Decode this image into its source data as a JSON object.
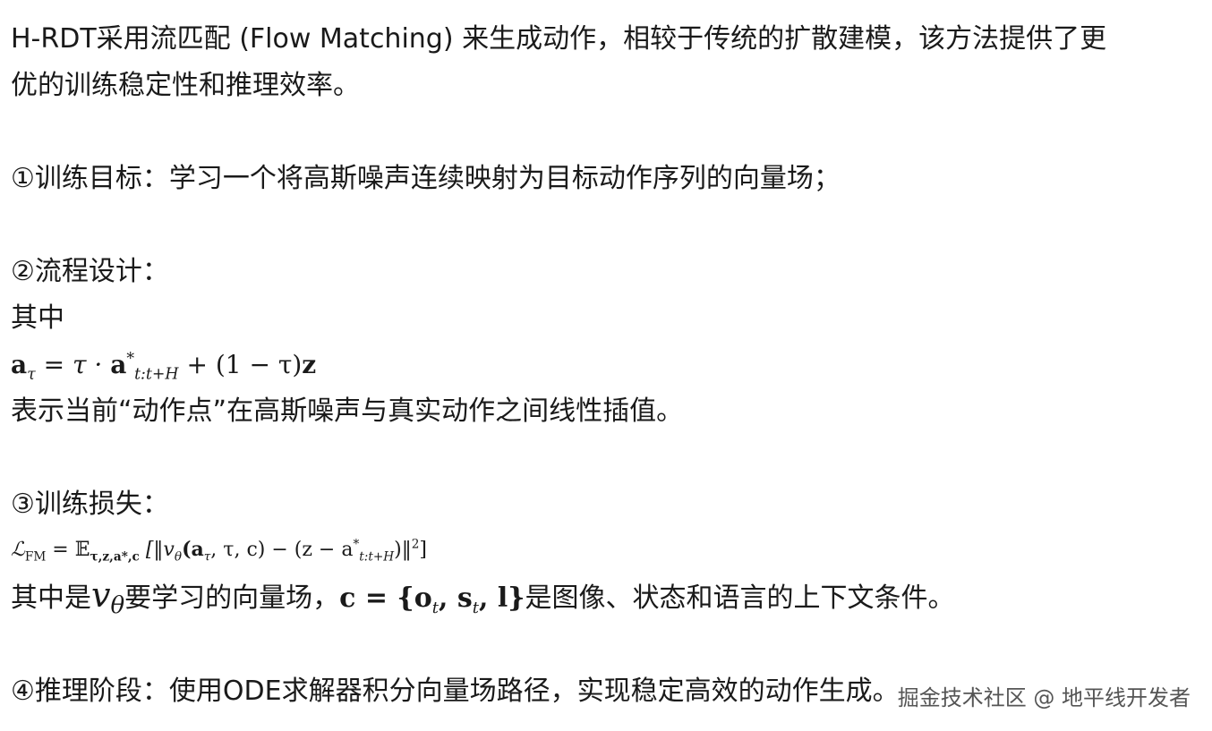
{
  "intro": {
    "line1": "H-RDT采用流匹配 (Flow Matching) 来生成动作，相较于传统的扩散建模，该方法提供了更",
    "line2": "优的训练稳定性和推理效率。"
  },
  "item1": "①训练目标：学习一个将高斯噪声连续映射为目标动作序列的向量场；",
  "item2": {
    "title": "②流程设计：",
    "pre": "其中",
    "formula": {
      "a": "a",
      "tau": "τ",
      "eq": " = ",
      "dot": "τ · ",
      "a2": "a",
      "star": "*",
      "sub": "t:t+H",
      "rest": " + (1 − τ)",
      "z": "z"
    },
    "desc": "表示当前“动作点”在高斯噪声与真实动作之间线性插值。"
  },
  "item3": {
    "title": "③训练损失：",
    "loss": {
      "L": "ℒ",
      "Lsub": "FM",
      "eq": " = ",
      "E": "𝔼",
      "Esub": "τ,z,a*,c",
      "body": " [‖v",
      "theta": "θ",
      "args": "(a",
      "args_sub": "τ",
      "args2": ", τ, c) − (z − a",
      "star": "*",
      "t_sub": "t:t+H",
      "close": ")‖",
      "sq": "2",
      "rb": "]"
    },
    "desc_pre": "其中是",
    "v": "v",
    "vsub": "θ",
    "desc_mid": "要学习的向量场，",
    "c_formula": "c = {o",
    "c_sub1": "t",
    "c_mid": ", s",
    "c_sub2": "t",
    "c_end": ", l}",
    "desc_post": "是图像、状态和语言的上下文条件。"
  },
  "item4": "④推理阶段：使用ODE求解器积分向量场路径，实现稳定高效的动作生成。",
  "watermark": "掘金技术社区 @ 地平线开发者"
}
